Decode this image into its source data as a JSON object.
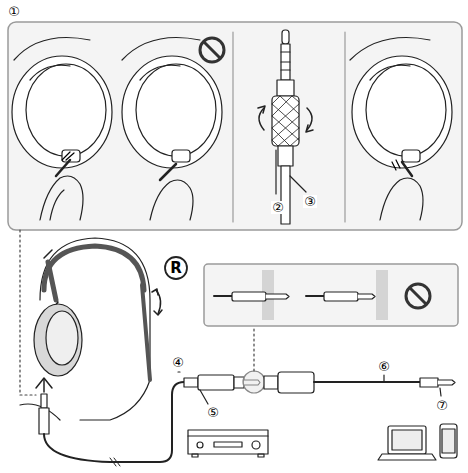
{
  "diagram": {
    "labels": [
      "①",
      "②",
      "③",
      "R",
      "④",
      "⑤",
      "⑥",
      "⑦"
    ]
  }
}
